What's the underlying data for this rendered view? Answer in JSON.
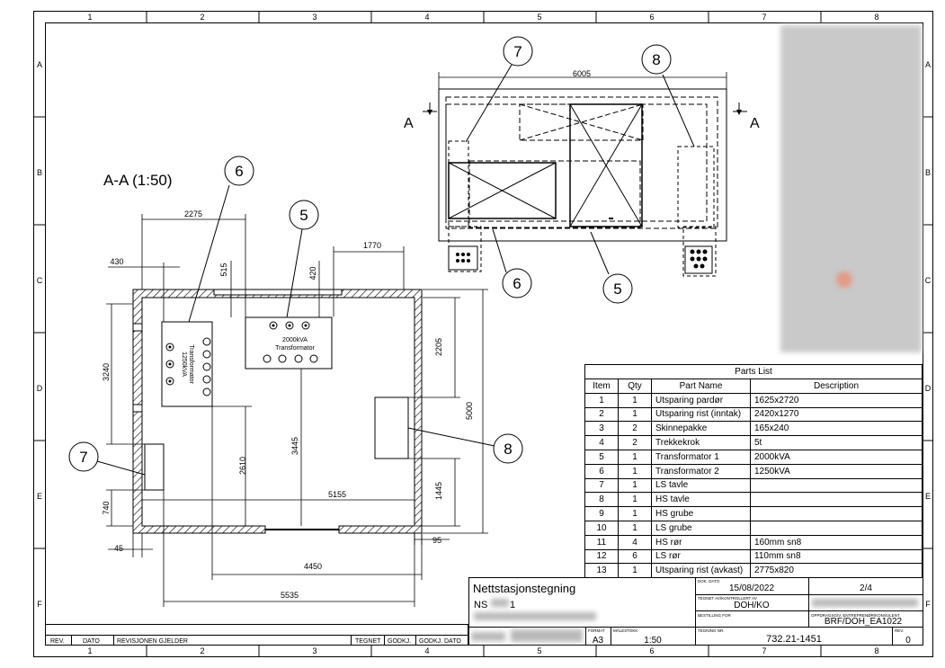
{
  "frame": {
    "columns": [
      "1",
      "2",
      "3",
      "4",
      "5",
      "6",
      "7",
      "8"
    ],
    "rows": [
      "A",
      "B",
      "C",
      "D",
      "E",
      "F"
    ]
  },
  "section_view": {
    "title": "A-A (1:50)",
    "dimensions": [
      "2275",
      "1770",
      "430",
      "515",
      "420",
      "3240",
      "2205",
      "5000",
      "2610",
      "3445",
      "5155",
      "1445",
      "740",
      "45",
      "95",
      "4450",
      "5535"
    ],
    "transformer_1": [
      "1250kVA",
      "Transformator"
    ],
    "transformer_2": [
      "2000kVA",
      "Transformator"
    ],
    "balloons": [
      "6",
      "5",
      "7",
      "8"
    ]
  },
  "plan_view": {
    "width_dim": "6005",
    "section_marker": "A",
    "balloons": [
      "7",
      "8",
      "6",
      "5"
    ]
  },
  "parts_list": {
    "title": "Parts List",
    "headers": [
      "Item",
      "Qty",
      "Part Name",
      "Description"
    ],
    "rows": [
      [
        "1",
        "1",
        "Utsparing pardør",
        "1625x2720"
      ],
      [
        "2",
        "1",
        "Utsparing rist (inntak)",
        "2420x1270"
      ],
      [
        "3",
        "2",
        "Skinnepakke",
        "165x240"
      ],
      [
        "4",
        "2",
        "Trekkekrok",
        "5t"
      ],
      [
        "5",
        "1",
        "Transformator 1",
        "2000kVA"
      ],
      [
        "6",
        "1",
        "Transformator 2",
        "1250kVA"
      ],
      [
        "7",
        "1",
        "LS tavle",
        ""
      ],
      [
        "8",
        "1",
        "HS tavle",
        ""
      ],
      [
        "9",
        "1",
        "HS grube",
        ""
      ],
      [
        "10",
        "1",
        "LS grube",
        ""
      ],
      [
        "11",
        "4",
        "HS rør",
        "160mm sn8"
      ],
      [
        "12",
        "6",
        "LS rør",
        "110mm sn8"
      ],
      [
        "13",
        "1",
        "Utsparing rist (avkast)",
        "2775x820"
      ]
    ]
  },
  "title_block": {
    "drawing_title": "Nettstasjonstegning",
    "ns_prefix": "NS",
    "ns_suffix": "1",
    "doc_date_label": "DOK. DATO",
    "doc_date": "15/08/2022",
    "sheet": "2/4",
    "drawn_label": "TEGNET AV/KONTROLLERT AV",
    "drawn_by": "DOH/KO",
    "ordered_label": "BESTILLING FOR",
    "contractor_label": "OPPDRAGSGIV. ENTREPRENØR/KONSULENT",
    "contractor": "BRF/DOH_EA1022",
    "format_label": "FORMAT",
    "format": "A3",
    "scale_label": "MÅLESTOKK",
    "scale": "1:50",
    "drawing_no_label": "TEGNING NR.",
    "drawing_no": "732.21-1451",
    "rev_label": "REV.",
    "rev": "0"
  },
  "revision_block": {
    "headers": [
      "REV.",
      "DATO",
      "REVISJONEN GJELDER",
      "TEGNET",
      "GODKJ.",
      "GODKJ. DATO"
    ]
  }
}
